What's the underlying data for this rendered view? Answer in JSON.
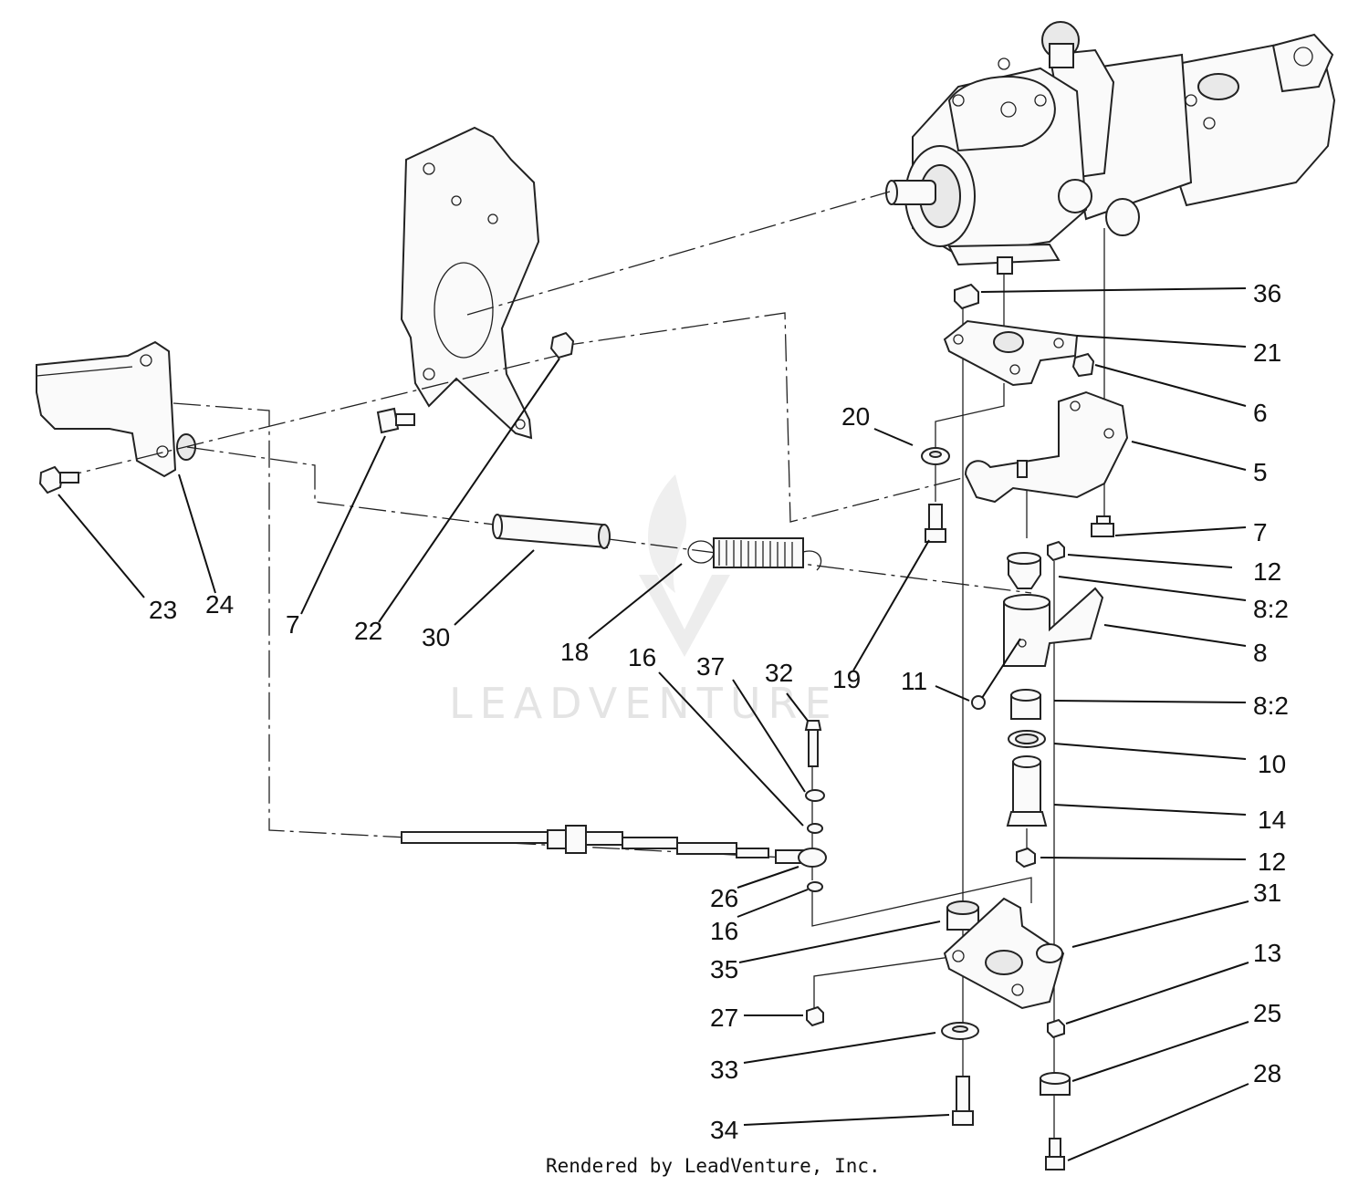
{
  "diagram": {
    "watermark": "LEADVENTURE",
    "footer": "Rendered by LeadVenture, Inc.",
    "callouts": [
      {
        "id": "c36",
        "label": "36"
      },
      {
        "id": "c21",
        "label": "21"
      },
      {
        "id": "c6",
        "label": "6"
      },
      {
        "id": "c5",
        "label": "5"
      },
      {
        "id": "c7r",
        "label": "7"
      },
      {
        "id": "c12a",
        "label": "12"
      },
      {
        "id": "c8_2a",
        "label": "8:2"
      },
      {
        "id": "c8",
        "label": "8"
      },
      {
        "id": "c8_2b",
        "label": "8:2"
      },
      {
        "id": "c10",
        "label": "10"
      },
      {
        "id": "c14",
        "label": "14"
      },
      {
        "id": "c12b",
        "label": "12"
      },
      {
        "id": "c31",
        "label": "31"
      },
      {
        "id": "c13",
        "label": "13"
      },
      {
        "id": "c25",
        "label": "25"
      },
      {
        "id": "c28",
        "label": "28"
      },
      {
        "id": "c20",
        "label": "20"
      },
      {
        "id": "c19",
        "label": "19"
      },
      {
        "id": "c11",
        "label": "11"
      },
      {
        "id": "c32",
        "label": "32"
      },
      {
        "id": "c37",
        "label": "37"
      },
      {
        "id": "c16a",
        "label": "16"
      },
      {
        "id": "c18",
        "label": "18"
      },
      {
        "id": "c30",
        "label": "30"
      },
      {
        "id": "c22",
        "label": "22"
      },
      {
        "id": "c7l",
        "label": "7"
      },
      {
        "id": "c24",
        "label": "24"
      },
      {
        "id": "c23",
        "label": "23"
      },
      {
        "id": "c26",
        "label": "26"
      },
      {
        "id": "c16b",
        "label": "16"
      },
      {
        "id": "c35",
        "label": "35"
      },
      {
        "id": "c27",
        "label": "27"
      },
      {
        "id": "c33",
        "label": "33"
      },
      {
        "id": "c34",
        "label": "34"
      }
    ]
  }
}
